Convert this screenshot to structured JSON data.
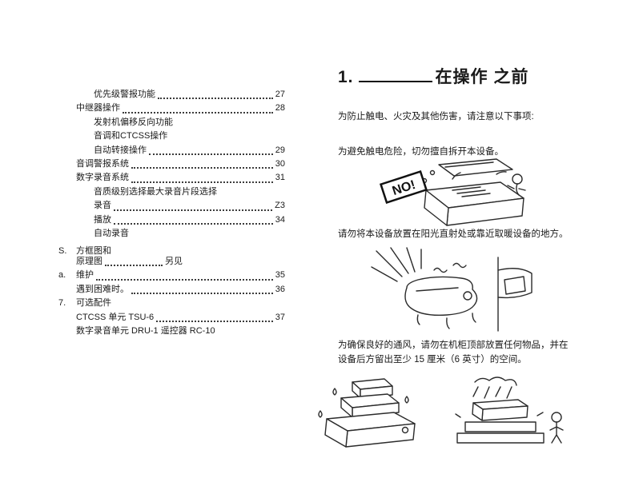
{
  "toc": {
    "items": [
      {
        "label": "优先级警报功能",
        "page": "27"
      },
      {
        "label": "中继器操作",
        "page": "28"
      },
      {
        "label": "发射机偏移反向功能",
        "page": ""
      },
      {
        "label": "音调和CTCSS操作",
        "page": ""
      },
      {
        "label": "自动转接操作",
        "page": "29"
      },
      {
        "label": "音调警报系统",
        "page": "30"
      },
      {
        "label": "数字录音系统",
        "page": "31"
      },
      {
        "label": "音质级别选择最大录音片段选择",
        "page": ""
      },
      {
        "label": "录音",
        "page": "Z3"
      },
      {
        "label": "播放",
        "page": "34"
      },
      {
        "label": "自动录音",
        "page": ""
      },
      {
        "prefix": "S.",
        "label": "方框图和",
        "page": ""
      },
      {
        "label": "原理图",
        "page": "另见"
      },
      {
        "prefix": "a.",
        "label": "维护",
        "page": "35"
      },
      {
        "label": "遇到困难时。",
        "page": "36"
      },
      {
        "prefix": "7.",
        "label": "可选配件",
        "page": ""
      },
      {
        "label": "CTCSS 单元 TSU-6",
        "page": "37"
      },
      {
        "label": "数字录音单元 DRU-1 遥控器 RC-10",
        "page": ""
      }
    ]
  },
  "section": {
    "number": "1.",
    "title": "在操作 之前",
    "intro": "为防止触电、火灾及其他伤害，请注意以下事项:",
    "warning_open": "为避免触电危险，切勿擅自拆开本设备。",
    "warning_sun": "请勿将本设备放置在阳光直射处或靠近取暖设备的地方。",
    "warning_vent": "为确保良好的通风，请勿在机柜顶部放置任何物品，并在设备后方留出至少 15 厘米（6 英寸）的空间。",
    "no_label": "NO!"
  }
}
